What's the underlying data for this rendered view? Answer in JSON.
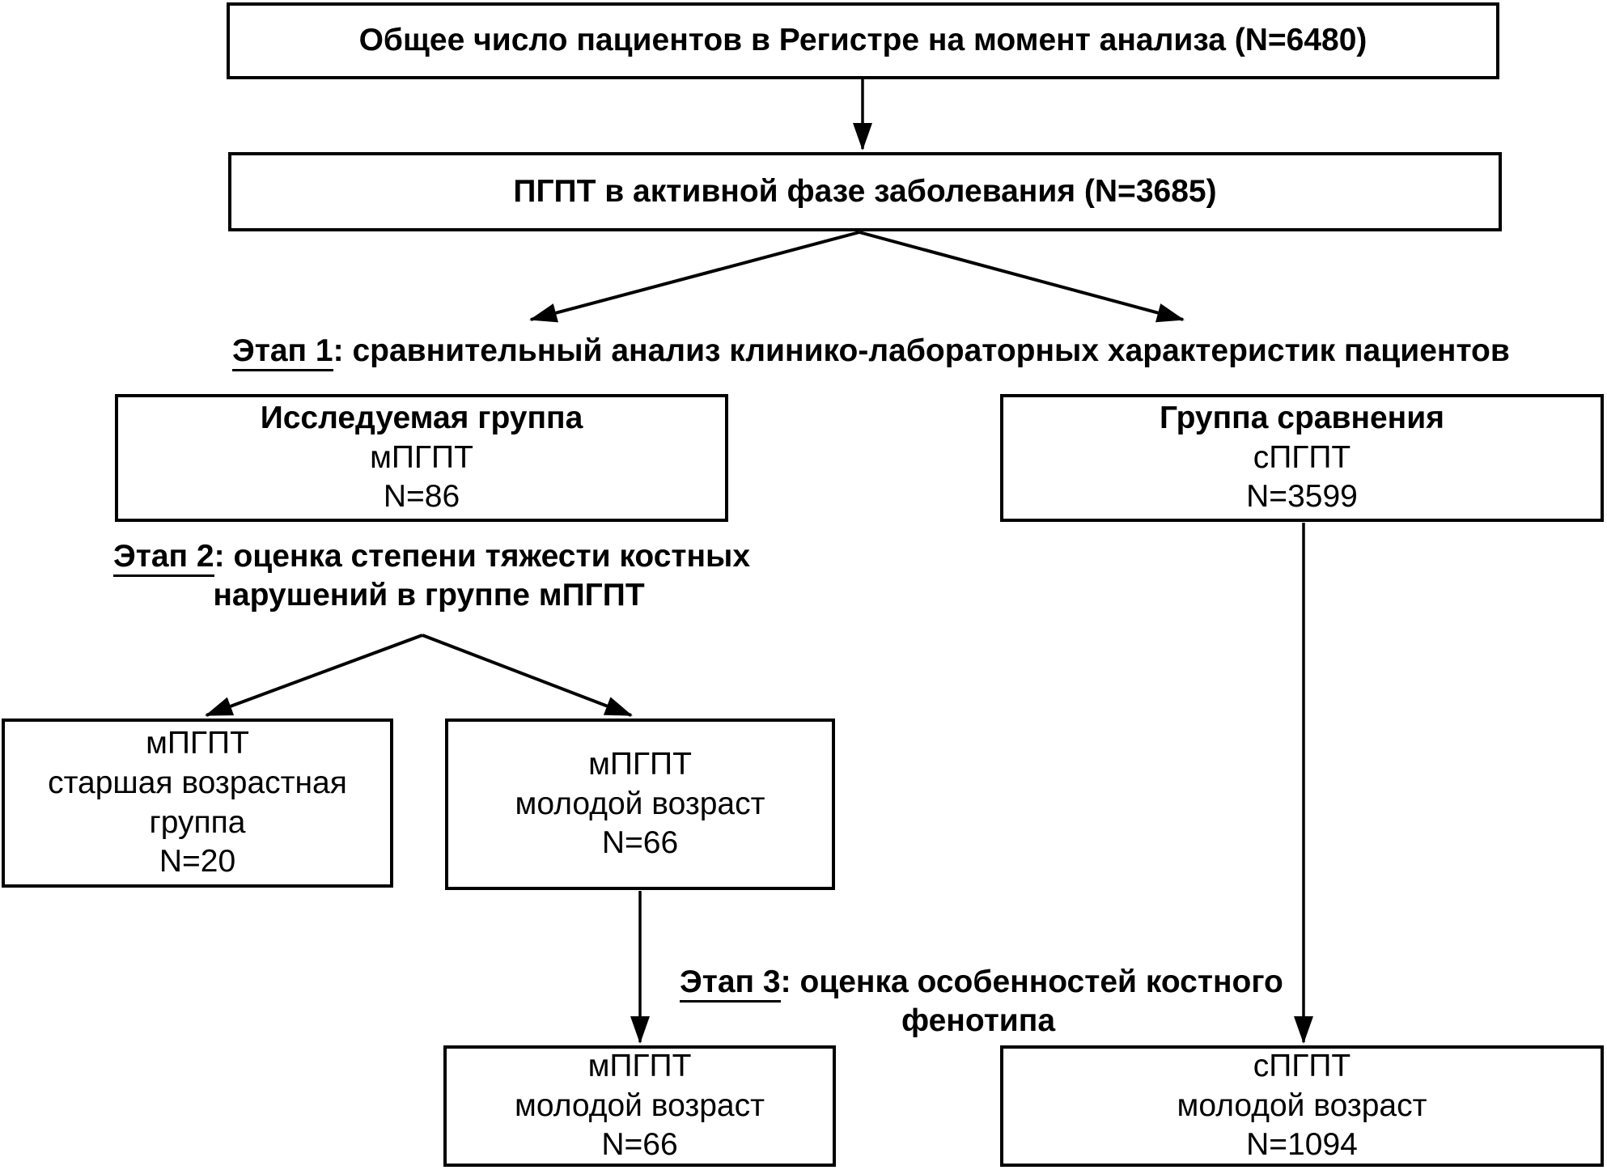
{
  "diagram": {
    "boxes": {
      "total": {
        "text": "Общее число пациентов в Регистре на момент анализа (N=6480)"
      },
      "active_phase": {
        "text": "ПГПТ в активной фазе заболевания (N=3685)"
      },
      "study_group": {
        "title": "Исследуемая группа",
        "subtitle": "мПГПТ",
        "count": "N=86"
      },
      "comparison_group": {
        "title": "Группа сравнения",
        "subtitle": "сПГПТ",
        "count": "N=3599"
      },
      "mphpt_older": {
        "line1": "мПГПТ",
        "line2": "старшая возрастная группа",
        "count": "N=20"
      },
      "mphpt_young": {
        "line1": "мПГПТ",
        "line2": "молодой возраст",
        "count": "N=66"
      },
      "mphpt_young_stage3": {
        "line1": "мПГПТ",
        "line2": "молодой возраст",
        "count": "N=66"
      },
      "sphpt_young": {
        "line1": "сПГПТ",
        "line2": "молодой возраст",
        "count": "N=1094"
      }
    },
    "stage_labels": {
      "stage1": {
        "stage": "Этап 1",
        "rest": ": сравнительный анализ клинико-лабораторных характеристик пациентов"
      },
      "stage2": {
        "stage": "Этап 2",
        "rest": ": оценка степени тяжести костных",
        "line2": "нарушений в группе мПГПТ"
      },
      "stage3": {
        "stage": "Этап 3",
        "rest": ": оценка особенностей костного",
        "line2": "фенотипа"
      }
    },
    "colors": {
      "line": "#000000",
      "background": "#ffffff"
    }
  }
}
